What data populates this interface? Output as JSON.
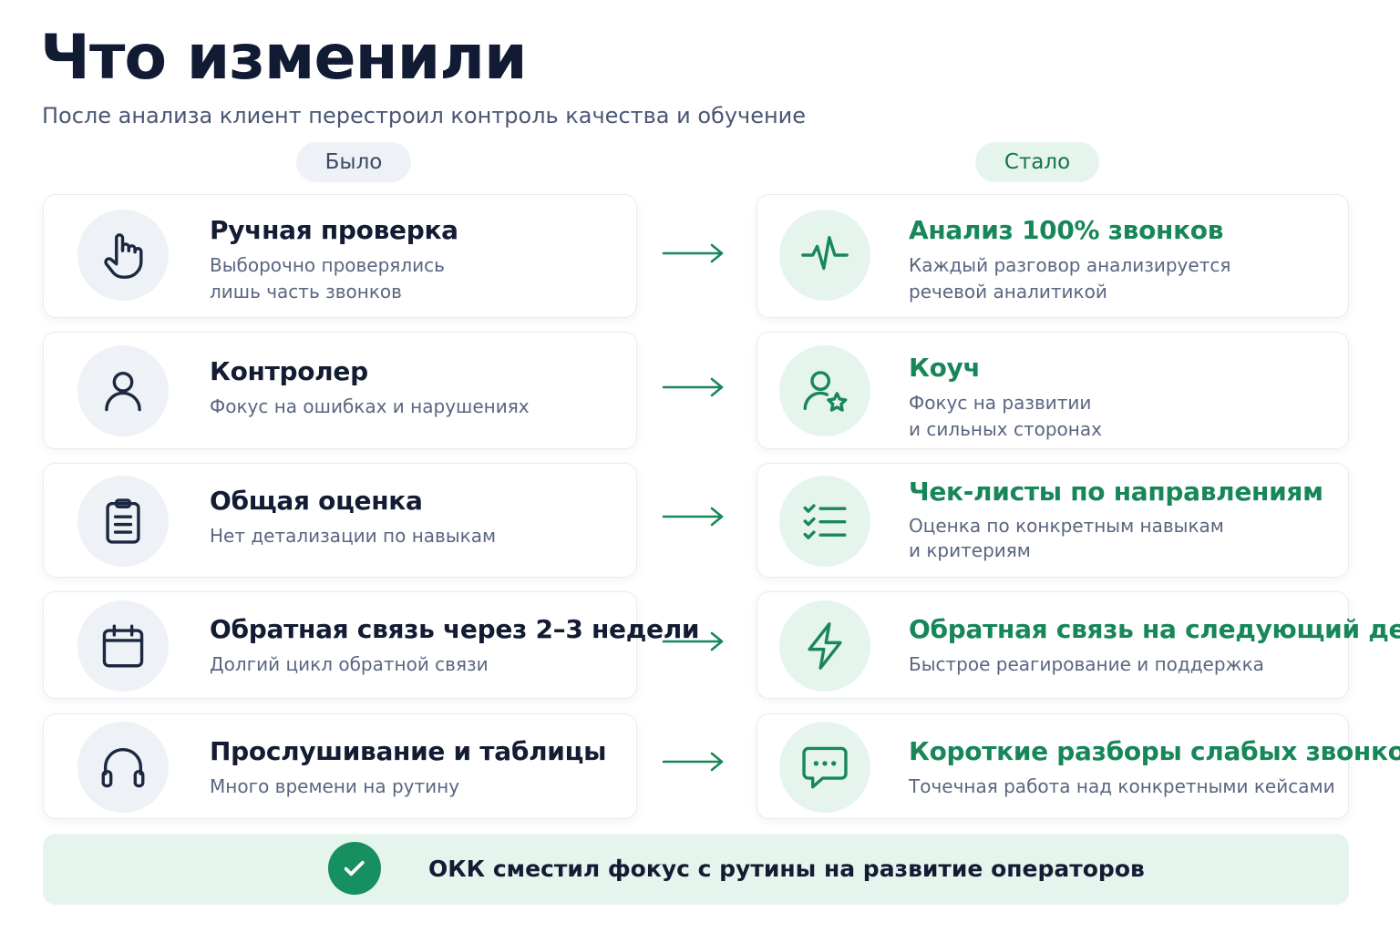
{
  "title": "Что изменили",
  "subtitle": "После анализа клиент перестроил контроль качества и обучение",
  "labels": {
    "before": "Было",
    "after": "Стало"
  },
  "rows": [
    {
      "before": {
        "icon": "hand-pointer-icon",
        "title": "Ручная проверка",
        "desc_1": "Выборочно проверялись",
        "desc_2": "лишь часть звонков"
      },
      "after": {
        "icon": "pulse-icon",
        "title": "Анализ 100% звонков",
        "desc_1": "Каждый разговор анализируется",
        "desc_2": "речевой аналитикой"
      }
    },
    {
      "before": {
        "icon": "user-icon",
        "title": "Контролер",
        "desc_1": "Фокус на ошибках и нарушениях",
        "desc_2": ""
      },
      "after": {
        "icon": "user-star-icon",
        "title": "Коуч",
        "desc_1": "Фокус на развитии",
        "desc_2": "и сильных сторонах"
      }
    },
    {
      "before": {
        "icon": "clipboard-icon",
        "title": "Общая оценка",
        "desc_1": "Нет детализации по навыкам",
        "desc_2": ""
      },
      "after": {
        "icon": "checklist-icon",
        "title": "Чек-листы по направлениям",
        "desc_1": "Оценка по конкретным навыкам",
        "desc_2": "и критериям"
      }
    },
    {
      "before": {
        "icon": "calendar-icon",
        "title": "Обратная связь через 2–3 недели",
        "desc_1": "Долгий цикл обратной связи",
        "desc_2": ""
      },
      "after": {
        "icon": "lightning-icon",
        "title": "Обратная связь на следующий день",
        "desc_1": "Быстрое реагирование и поддержка",
        "desc_2": ""
      }
    },
    {
      "before": {
        "icon": "headphones-icon",
        "title": "Прослушивание и таблицы",
        "desc_1": "Много времени на рутину",
        "desc_2": ""
      },
      "after": {
        "icon": "chat-bubble-icon",
        "title": "Короткие разборы слабых звонков",
        "desc_1": "Точечная работа над конкретными кейсами",
        "desc_2": ""
      }
    }
  ],
  "summary": {
    "icon": "check-circle-icon",
    "text": "ОКК сместил фокус с рутины на развитие операторов"
  },
  "colors": {
    "accent": "#17875a",
    "dark": "#131c33",
    "muted": "#5a6580",
    "accent_bg": "#e6f4ee",
    "neutral_bg": "#eef1f6"
  }
}
